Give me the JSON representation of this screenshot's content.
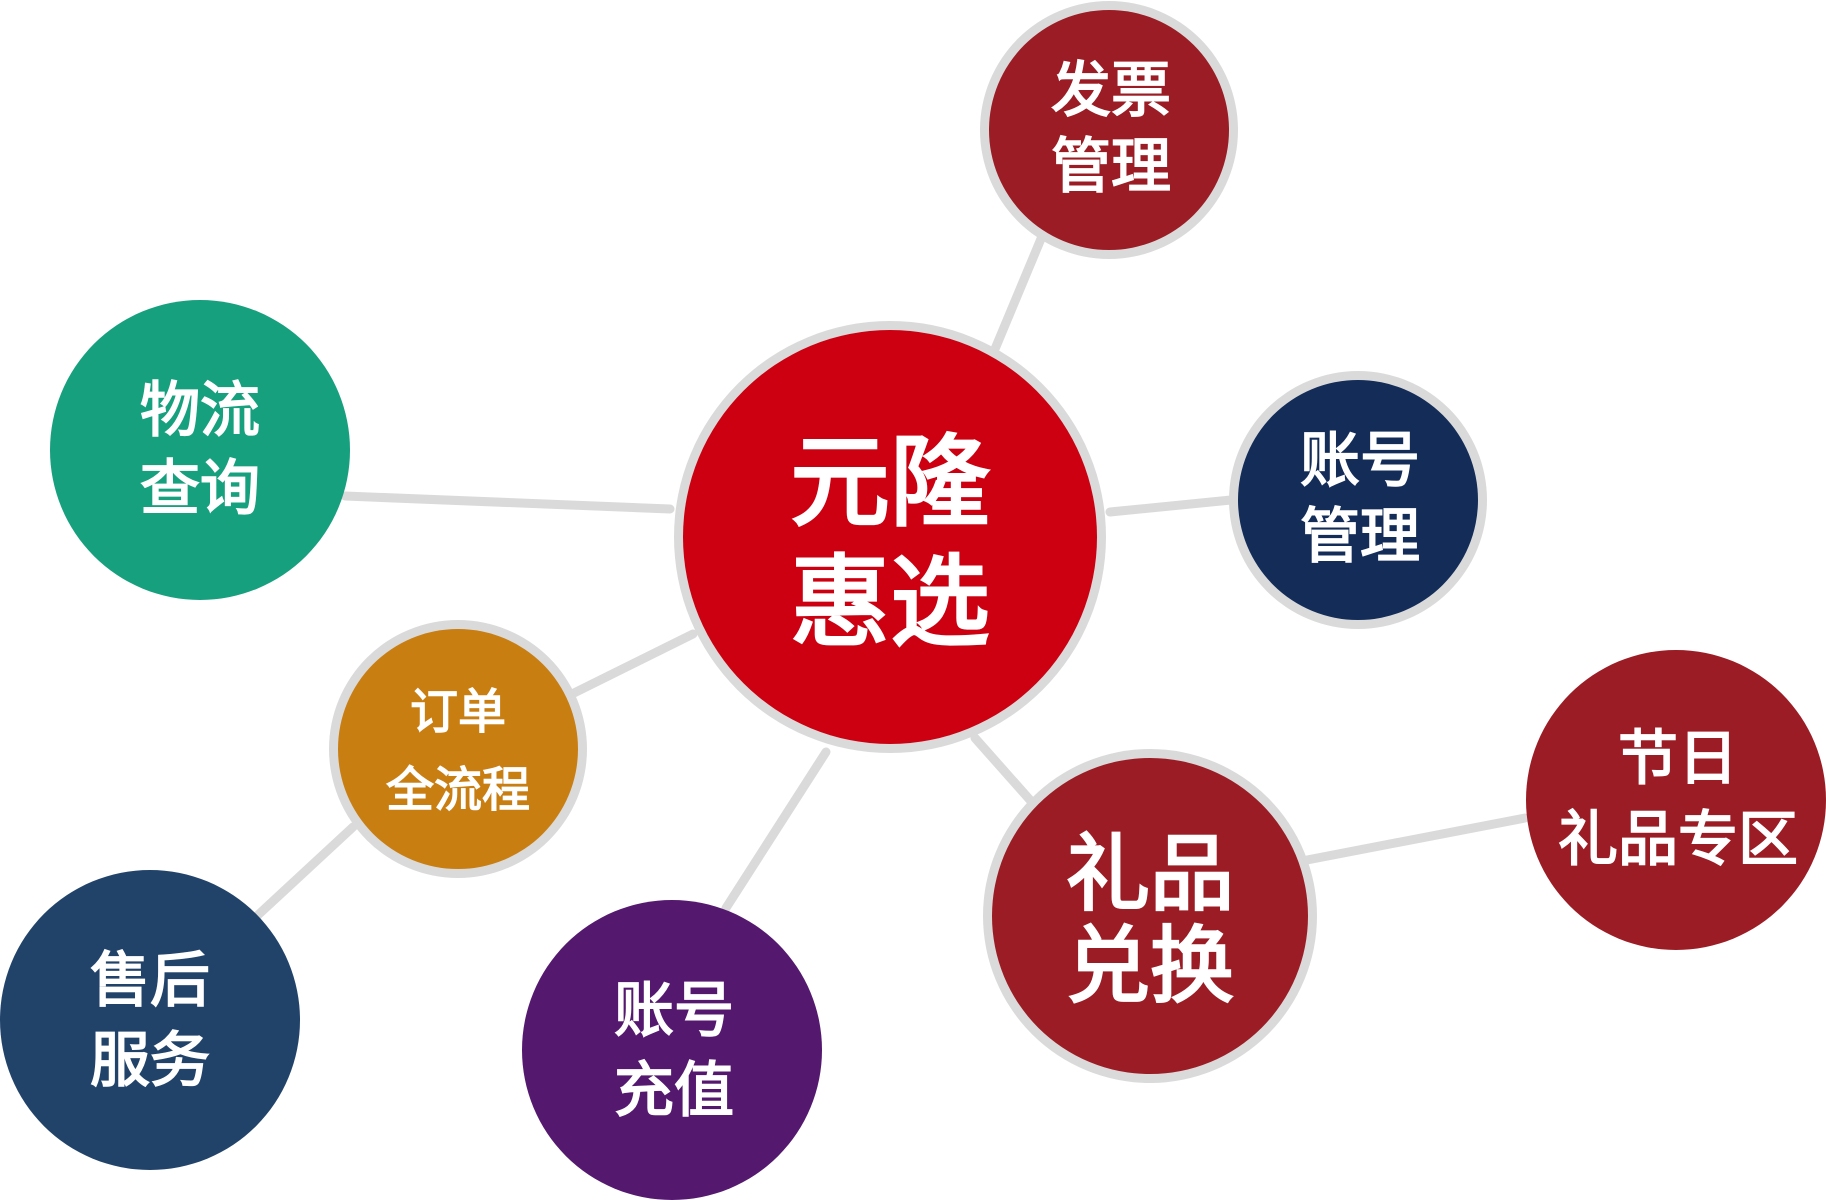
{
  "center": {
    "lines": [
      "元隆",
      "惠选"
    ],
    "color": "#cc0011"
  },
  "nodes": [
    {
      "id": "invoice",
      "lines": [
        "发票",
        "管理"
      ],
      "color": "#9b1c24"
    },
    {
      "id": "account-mgmt",
      "lines": [
        "账号",
        "管理"
      ],
      "color": "#132c58"
    },
    {
      "id": "holiday-gifts",
      "lines": [
        "节日",
        "礼品专区"
      ],
      "color": "#9b1c24"
    },
    {
      "id": "gift-exchange",
      "lines": [
        "礼品",
        "兑换"
      ],
      "color": "#9b1c24"
    },
    {
      "id": "account-recharge",
      "lines": [
        "账号",
        "充值"
      ],
      "color": "#54186e"
    },
    {
      "id": "after-sales",
      "lines": [
        "售后",
        "服务"
      ],
      "color": "#21436a"
    },
    {
      "id": "order-flow",
      "lines": [
        "订单",
        "全流程"
      ],
      "color": "#c97e12"
    },
    {
      "id": "logistics",
      "lines": [
        "物流",
        "查询"
      ],
      "color": "#16a07e"
    }
  ],
  "connector_color": "#dadada",
  "ring_color": "#dadada"
}
